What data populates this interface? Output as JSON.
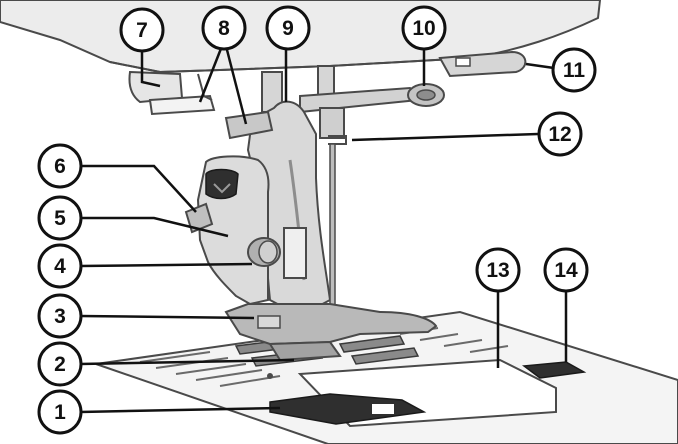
{
  "colors": {
    "machine_body": "#ececec",
    "machine_outline": "#4a4a4a",
    "metal_light": "#d6d6d6",
    "metal_mid": "#b5b5b5",
    "metal_dark": "#8d8d8d",
    "dark_part": "#2f2f2f",
    "needle_plate": "#f4f4f4",
    "callout_stroke": "#111111",
    "callout_fill": "#ffffff"
  },
  "callouts": [
    {
      "id": "1",
      "label": "1"
    },
    {
      "id": "2",
      "label": "2"
    },
    {
      "id": "3",
      "label": "3"
    },
    {
      "id": "4",
      "label": "4"
    },
    {
      "id": "5",
      "label": "5"
    },
    {
      "id": "6",
      "label": "6"
    },
    {
      "id": "7",
      "label": "7"
    },
    {
      "id": "8",
      "label": "8"
    },
    {
      "id": "9",
      "label": "9"
    },
    {
      "id": "10",
      "label": "10"
    },
    {
      "id": "11",
      "label": "11"
    },
    {
      "id": "12",
      "label": "12"
    },
    {
      "id": "13",
      "label": "13"
    },
    {
      "id": "14",
      "label": "14"
    }
  ],
  "icons": {
    "main": "sewing-machine-presser-foot-area"
  }
}
